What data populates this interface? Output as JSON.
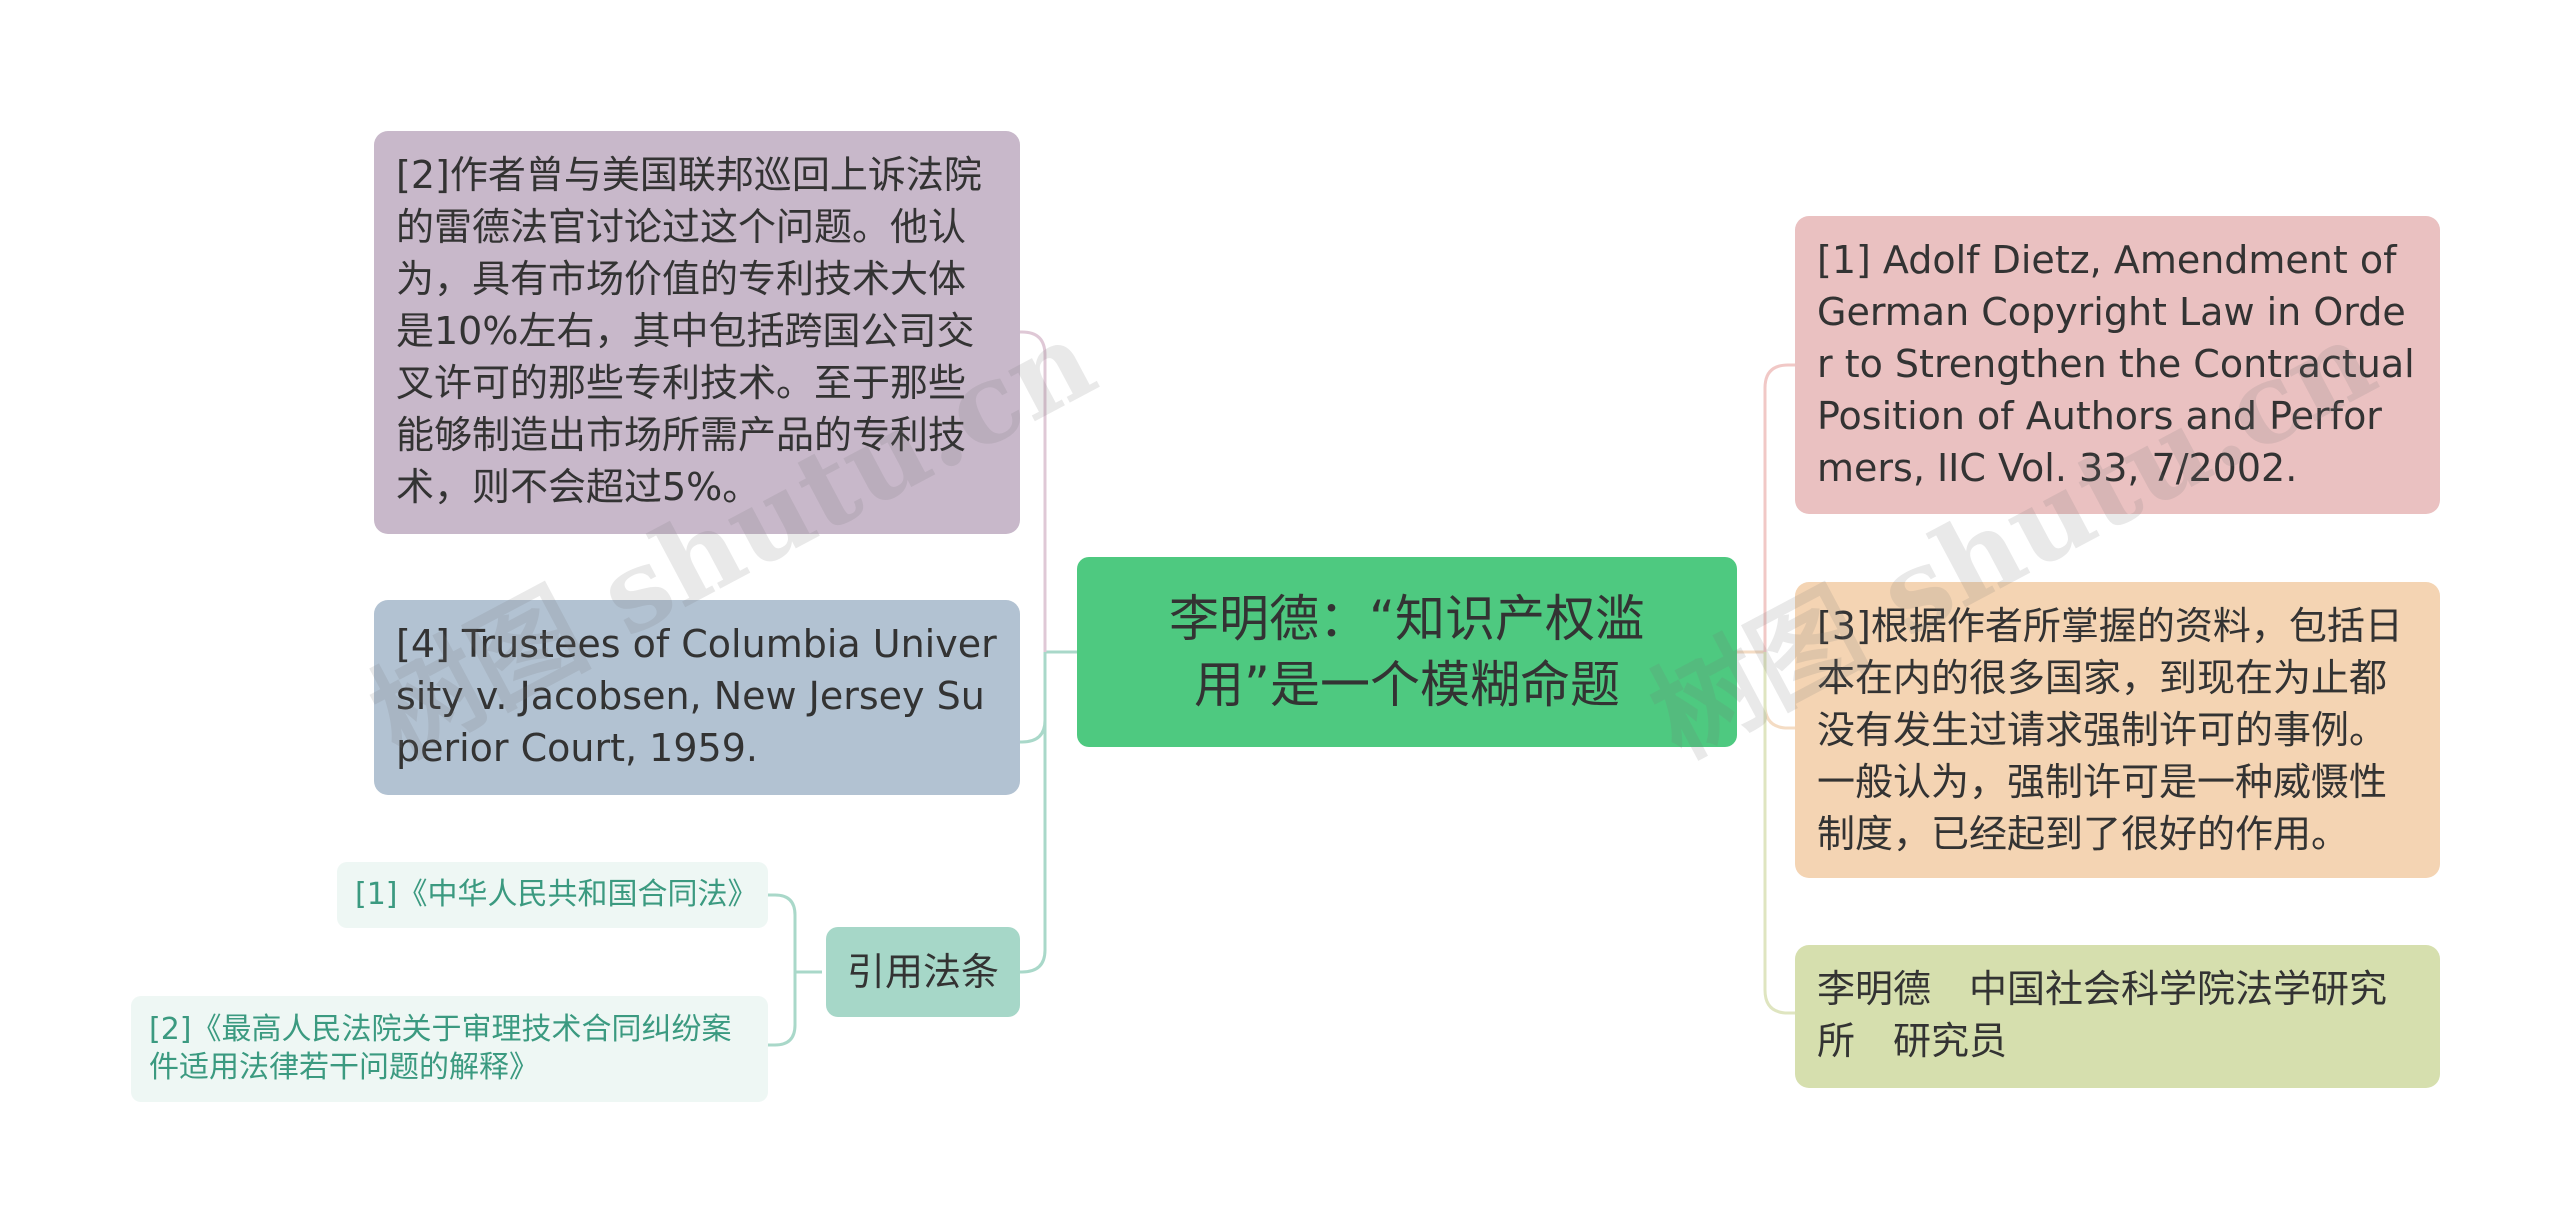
{
  "center": {
    "text": "李明德：“知识产权滥用”是一个模糊命题"
  },
  "left_nodes": [
    {
      "text": "[2]作者曾与美国联邦巡回上诉法院的雷德法官讨论过这个问题。他认为，具有市场价值的专利技术大体是10%左右，其中包括跨国公司交叉许可的那些专利技术。至于那些能够制造出市场所需产品的专利技术，则不会超过5%。"
    },
    {
      "text": "[4] Trustees of Columbia University v. Jacobsen, New Jersey Superior Court, 1959."
    }
  ],
  "hub": {
    "text": "引用法条",
    "leaves": [
      {
        "text": "[1]《中华人民共和国合同法》"
      },
      {
        "text": "[2]《最高人民法院关于审理技术合同纠纷案件适用法律若干问题的解释》"
      }
    ]
  },
  "right_nodes": [
    {
      "text": "[1] Adolf Dietz, Amendment of German Copyright Law in Order to Strengthen the Contractual Position of Authors and Performers, IIC Vol. 33, 7/2002."
    },
    {
      "text": "[3]根据作者所掌握的资料，包括日本在内的很多国家，到现在为止都没有发生过请求强制许可的事例。一般认为，强制许可是一种威慑性制度，已经起到了很好的作用。"
    },
    {
      "text": "李明德　中国社会科学院法学研究所　研究员"
    }
  ],
  "watermark": {
    "text": "树图 shutu.cn"
  },
  "colors": {
    "center_bg": "#4ec980",
    "left_1_bg": "#c8b8ca",
    "left_2_bg": "#b2c2d2",
    "hub_bg": "#a6d7c8",
    "leaf_bg": "#eef7f4",
    "leaf_text": "#3b9a80",
    "right_1_bg": "#eac1c1",
    "right_2_bg": "#f4d4b3",
    "right_3_bg": "#d6dfae",
    "line_left": "#a9d8c9",
    "line_purple": "#dfc8d6",
    "line_right_1": "#f1c8c6",
    "line_right_2": "#f4dcc4",
    "line_right_3": "#dfe5c0"
  }
}
